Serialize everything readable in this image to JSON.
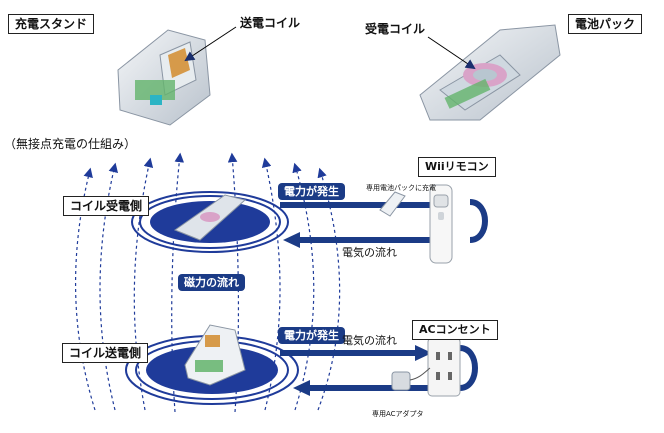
{
  "labels": {
    "charging_stand": "充電スタンド",
    "transmit_coil": "送電コイル",
    "receive_coil": "受電コイル",
    "battery_pack": "電池パック",
    "mechanism": "（無接点充電の仕組み）",
    "coil_receive_side": "コイル受電側",
    "coil_transmit_side": "コイル送電側",
    "power_generated_top": "電力が発生",
    "power_generated_bottom": "電力が発生",
    "magnetic_flow": "磁力の流れ",
    "electricity_flow_top": "電気の流れ",
    "electricity_flow_bottom": "電気の流れ",
    "wii_remote": "Wiiリモコン",
    "dedicated_battery_note": "専用電池パックに充電",
    "ac_outlet": "ACコンセント",
    "ac_adapter": "専用ACアダプタ"
  },
  "colors": {
    "navy": "#1b3b86",
    "pad_blue": "#1f3b9a",
    "line_dark": "#1a2f6e"
  }
}
